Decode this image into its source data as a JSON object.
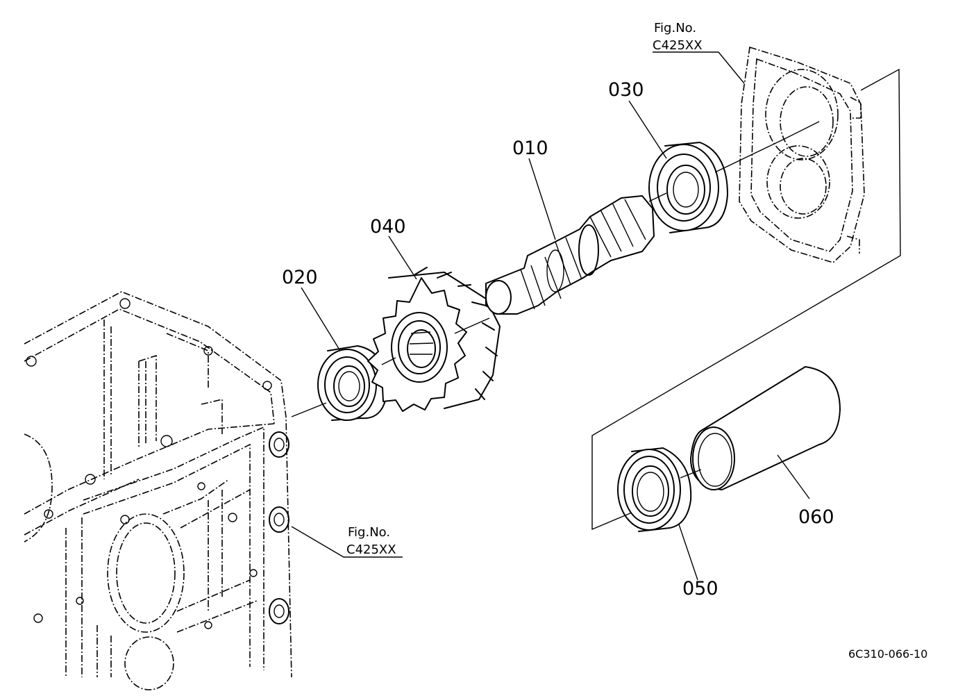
{
  "parts": [
    {
      "id": "part-010",
      "label": "010"
    },
    {
      "id": "part-020",
      "label": "020"
    },
    {
      "id": "part-030",
      "label": "030"
    },
    {
      "id": "part-040",
      "label": "040"
    },
    {
      "id": "part-050",
      "label": "050"
    },
    {
      "id": "part-060",
      "label": "060"
    }
  ],
  "references": [
    {
      "line1": "Fig.No.",
      "line2": "C425XX"
    },
    {
      "line1": "Fig.No.",
      "line2": "C425XX"
    }
  ],
  "drawing_code": "6C310-066-10"
}
